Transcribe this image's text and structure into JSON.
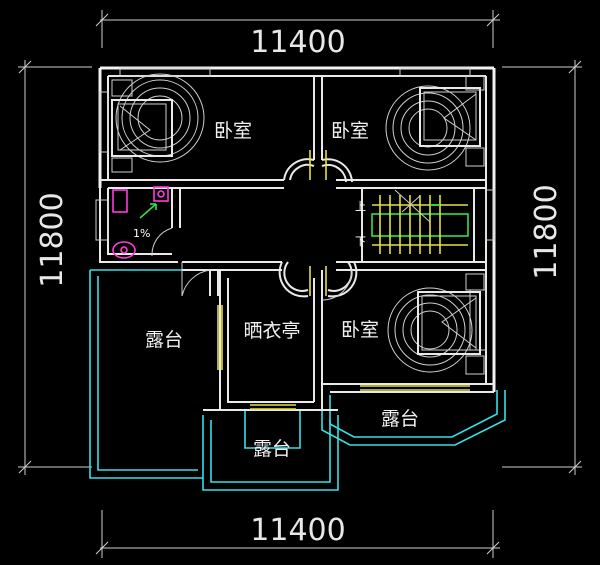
{
  "dimensions": {
    "top": "11400",
    "bottom": "11400",
    "left": "11800",
    "right": "11800"
  },
  "rooms": {
    "bedroom_top_left": "卧室",
    "bedroom_top_right": "卧室",
    "bedroom_bottom_right": "卧室",
    "terrace_left": "露台",
    "drying_pavilion": "晒衣亭",
    "terrace_right": "露台",
    "terrace_bottom": "露台"
  },
  "annotations": {
    "slope": "1%",
    "stair_up": "上",
    "stair_down": "下"
  },
  "colors": {
    "walls": "#e9e9e9",
    "terrace_outline": "#35e0e6",
    "windows": "#e6e23a",
    "stairs": "#31e04b",
    "fixtures": "#ff3bd7",
    "background": "#000000"
  }
}
